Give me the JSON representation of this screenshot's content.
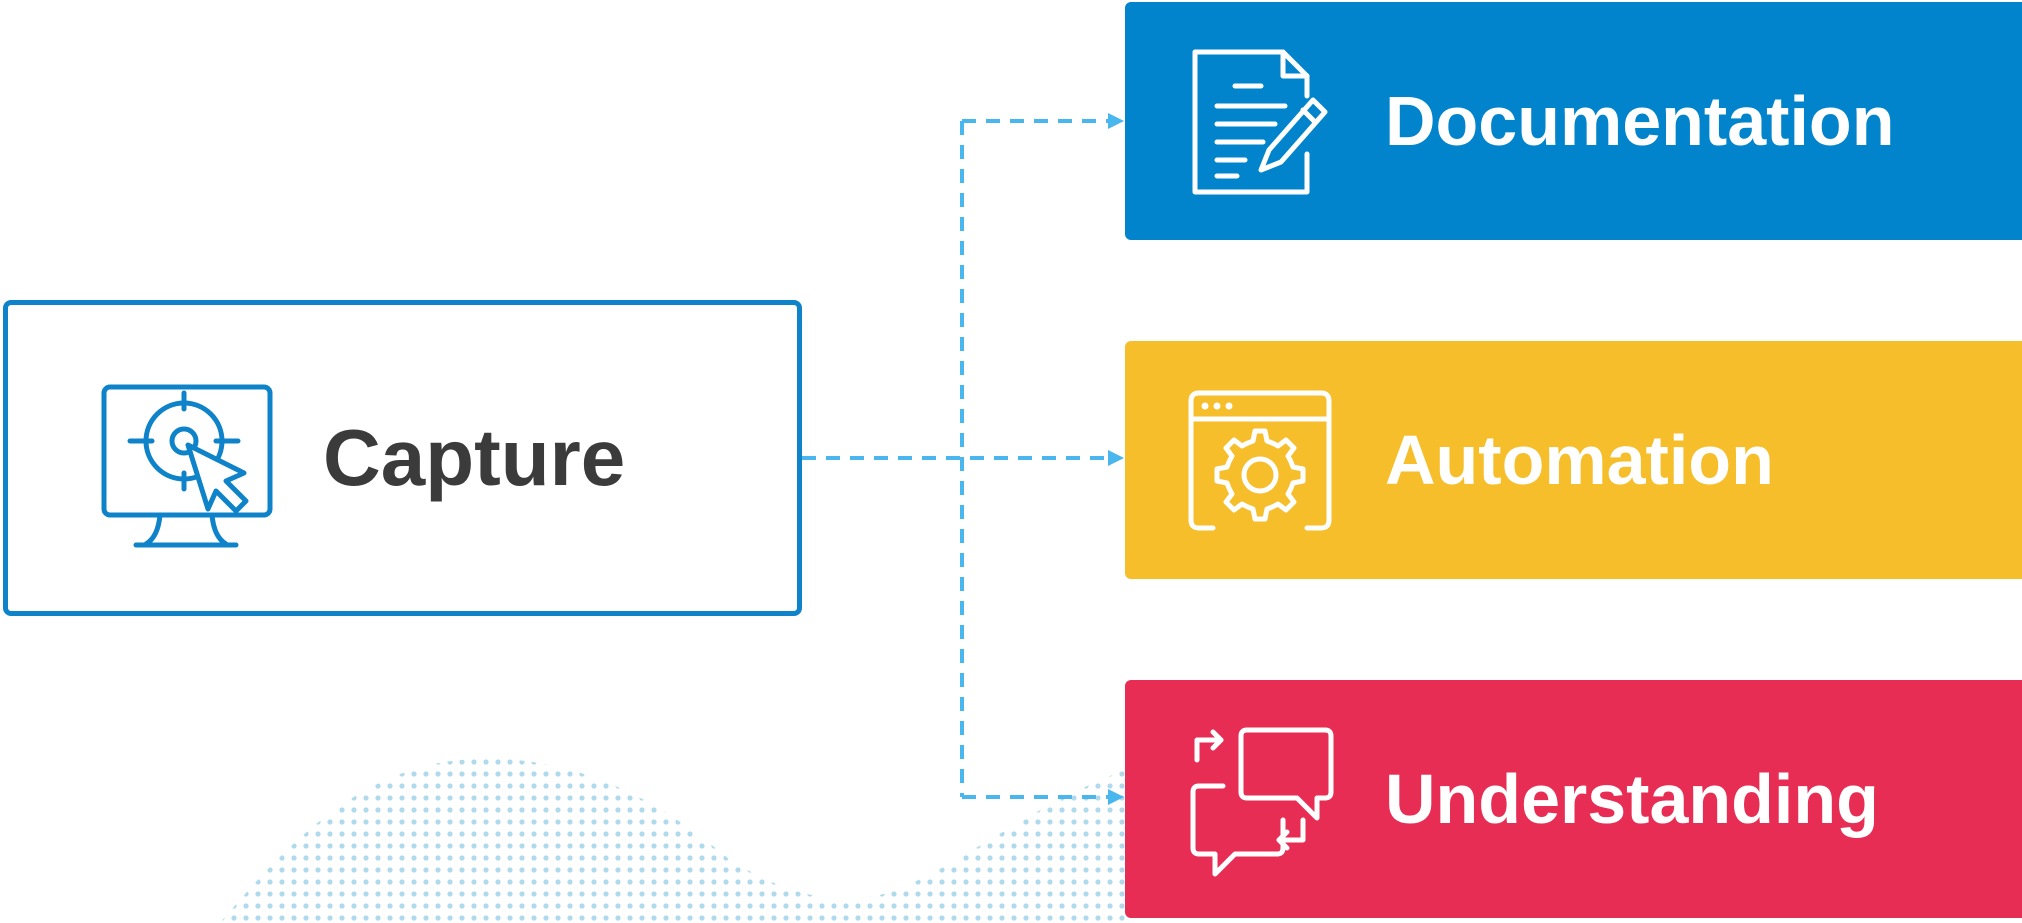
{
  "source": {
    "label": "Capture",
    "icon": "monitor-target-cursor-icon",
    "color": "#0F83C9"
  },
  "targets": [
    {
      "label": "Documentation",
      "icon": "document-edit-icon",
      "color": "#0284CC"
    },
    {
      "label": "Automation",
      "icon": "browser-gear-icon",
      "color": "#F6BE2A"
    },
    {
      "label": "Understanding",
      "icon": "conversation-icon",
      "color": "#E82D54"
    }
  ],
  "connector_color": "#49B6EE"
}
